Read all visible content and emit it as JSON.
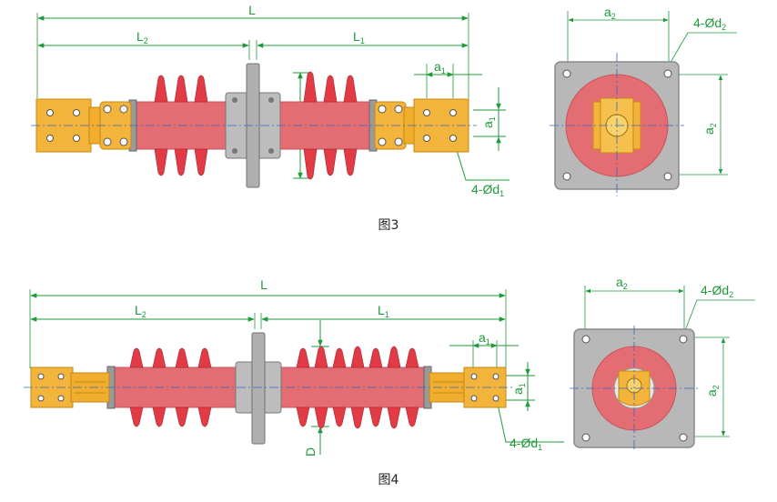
{
  "labels": {
    "L": "L",
    "L2_main": "L",
    "L2_sub": "2",
    "L1_main": "L",
    "L1_sub": "1",
    "a1_main": "a",
    "a1_sub": "1",
    "a2_main": "a",
    "a2_sub": "2",
    "D": "D",
    "hole1_main": "4-Ød",
    "hole1_sub": "1",
    "hole2_main": "4-Ød",
    "hole2_sub": "2"
  },
  "captions": {
    "fig3": "图3",
    "fig4": "图4"
  },
  "colors": {
    "dimension_green": "#1e9a3a",
    "terminal_orange": "#f2b43a",
    "insulator_red": "#e23b45",
    "core_red": "#e36d72",
    "flange_gray": "#b5b5b5",
    "centerline_blue": "#3a64c8"
  }
}
